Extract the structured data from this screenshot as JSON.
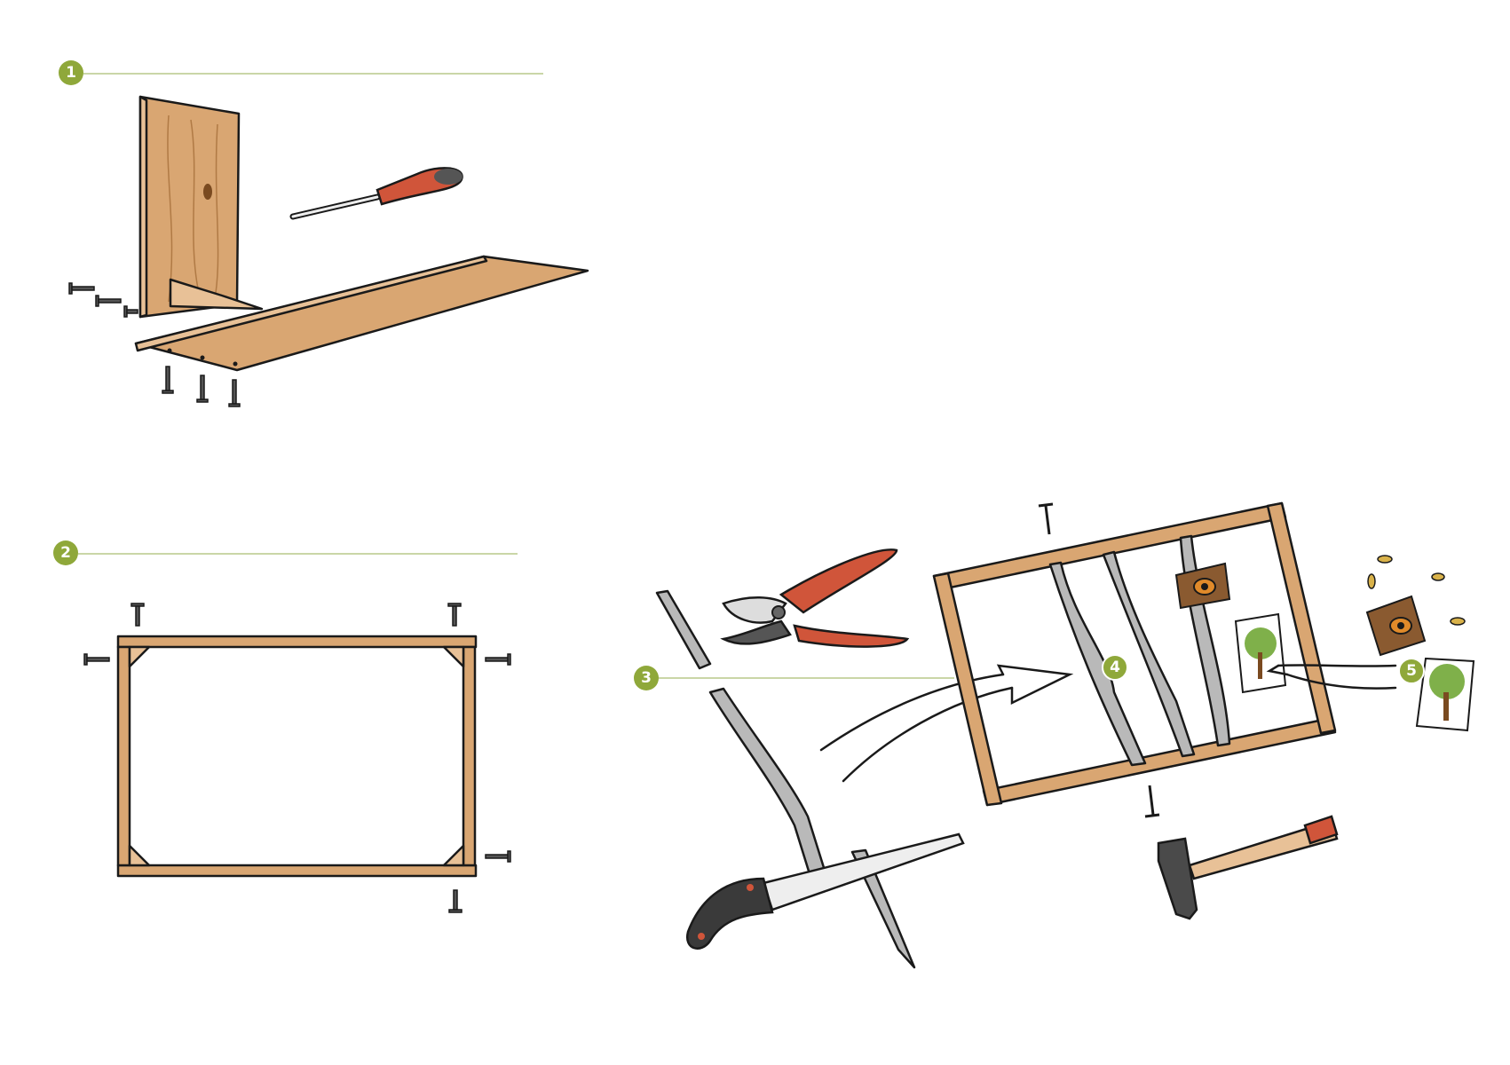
{
  "steps": [
    {
      "number": "1"
    },
    {
      "number": "2"
    },
    {
      "number": "3"
    },
    {
      "number": "4"
    },
    {
      "number": "5"
    }
  ],
  "colors": {
    "step_badge": "#8fa83a",
    "guide_line": "#b9c98a",
    "wood": "#d9a672",
    "tool_handle": "#d0553a",
    "branch": "#b9b9b9"
  }
}
